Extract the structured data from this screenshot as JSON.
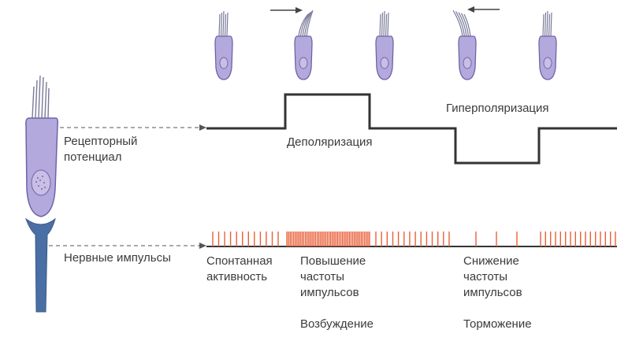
{
  "labels": {
    "receptor_potential": [
      "Рецепторный",
      "потенциал"
    ],
    "nerve_impulses": "Нервные импульсы",
    "depolarization": "Деполяризация",
    "hyperpolarization": "Гиперполяризация",
    "spontaneous": [
      "Спонтанная",
      "активность"
    ],
    "increase": [
      "Повышение",
      "частоты",
      "импульсов"
    ],
    "decrease": [
      "Снижение",
      "частоты",
      "импульсов"
    ],
    "excitation": "Возбуждение",
    "inhibition": "Торможение"
  },
  "hair_cells": [
    {
      "deflection": "none"
    },
    {
      "deflection": "right"
    },
    {
      "deflection": "none"
    },
    {
      "deflection": "left"
    },
    {
      "deflection": "none"
    }
  ],
  "colors": {
    "cell_fill": "#b4a9dc",
    "cell_stroke": "#6f63a8",
    "afferent": "#4a6fa5",
    "trace": "#333333",
    "spike": "#e8603a"
  },
  "spike_trains": {
    "spontaneous": 12,
    "excitation": 50,
    "post_excitation": 14,
    "inhibition_sparse": 3,
    "recovery": 16
  }
}
